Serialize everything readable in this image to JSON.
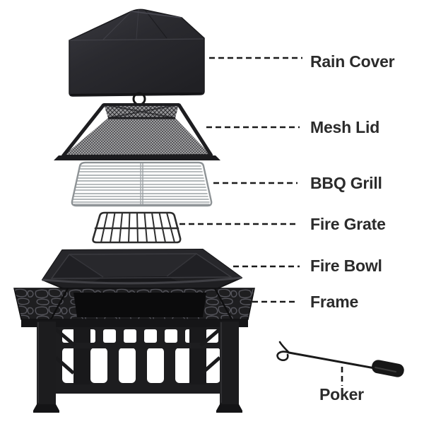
{
  "product": {
    "parts": [
      {
        "id": "rain-cover",
        "label": "Rain Cover"
      },
      {
        "id": "mesh-lid",
        "label": "Mesh Lid"
      },
      {
        "id": "bbq-grill",
        "label": "BBQ Grill"
      },
      {
        "id": "fire-grate",
        "label": "Fire Grate"
      },
      {
        "id": "fire-bowl",
        "label": "Fire Bowl"
      },
      {
        "id": "frame",
        "label": "Frame"
      },
      {
        "id": "poker",
        "label": "Poker"
      }
    ],
    "colors": {
      "label_text": "#2b2b2b",
      "leader_line": "#1b1b1b",
      "metal_dark": "#1d1d1f",
      "grill_chrome": "#9aa0a3",
      "mesh_gray": "#b3b3b3",
      "background": "#ffffff"
    }
  }
}
